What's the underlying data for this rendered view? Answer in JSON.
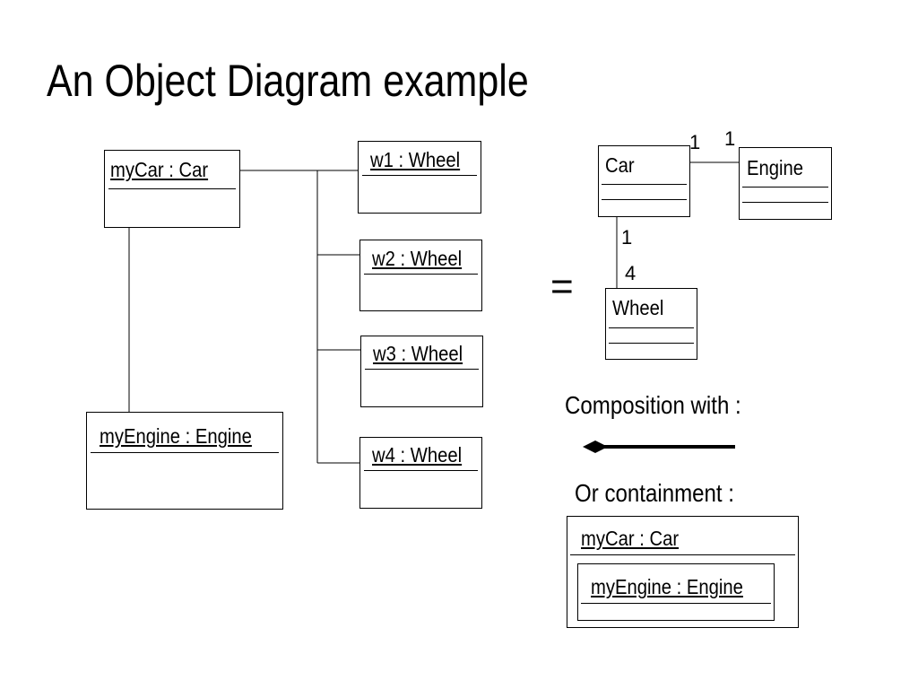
{
  "slide": {
    "title": "An Object Diagram example"
  },
  "object_diagram": {
    "car": "myCar : Car",
    "engine": "myEngine : Engine",
    "wheels": [
      "w1 : Wheel",
      "w2 : Wheel",
      "w3 : Wheel",
      "w4 : Wheel"
    ]
  },
  "class_diagram": {
    "equals": "=",
    "car": "Car",
    "engine": "Engine",
    "wheel": "Wheel",
    "car_engine_mult_car": "1",
    "car_engine_mult_engine": "1",
    "car_wheel_mult_car": "1",
    "car_wheel_mult_wheel": "4"
  },
  "composition": {
    "label": "Composition with :"
  },
  "containment": {
    "label": "Or containment :",
    "outer": "myCar : Car",
    "inner": "myEngine : Engine"
  }
}
